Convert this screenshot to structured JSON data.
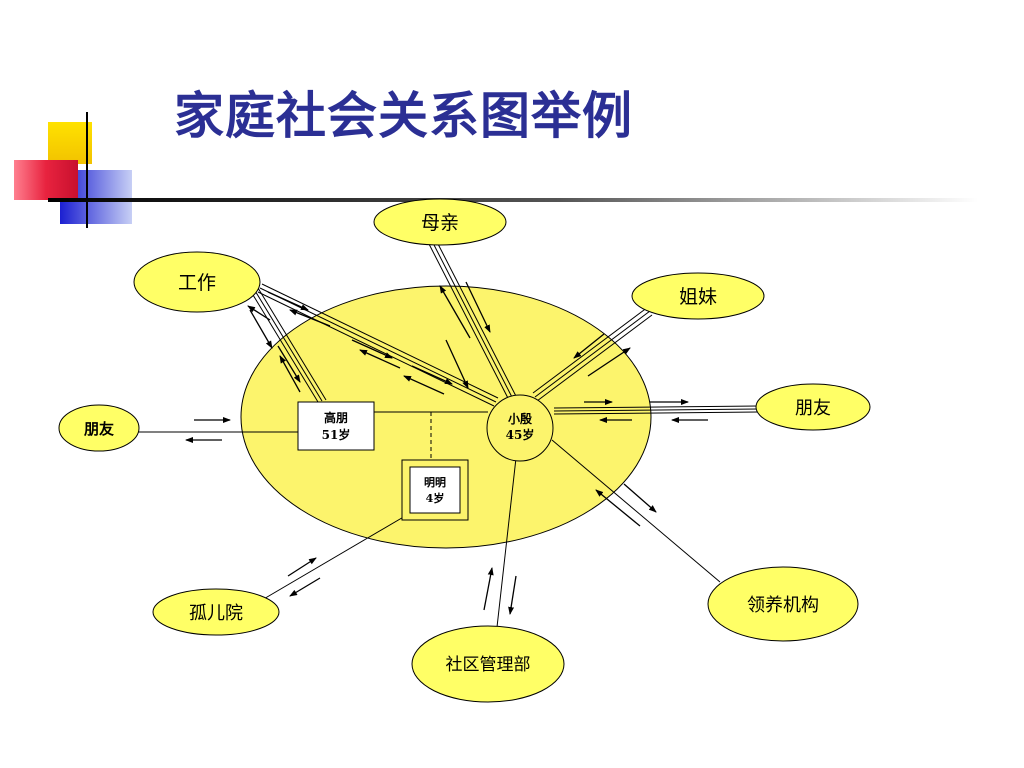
{
  "slide": {
    "title": "家庭社会关系图举例"
  },
  "diagram": {
    "nodes": {
      "mother": "母亲",
      "work": "工作",
      "sisters": "姐妹",
      "friend_left": "朋友",
      "friend_right": "朋友",
      "orphanage": "孤儿院",
      "adoption_agency": "领养机构",
      "community_management": "社区管理部"
    },
    "family": {
      "father_name": "高朋",
      "father_age": "51岁",
      "mother_name": "小殷",
      "mother_age": "45岁",
      "child_name": "明明",
      "child_age": "4岁"
    }
  },
  "colors": {
    "title": "#2b2f94",
    "node_fill": "#ffff66",
    "ellipse_fill": "#fcf46c",
    "accent_yellow": "#f7d417",
    "accent_red": "#e8233f",
    "accent_blue": "#2d3bd6"
  }
}
